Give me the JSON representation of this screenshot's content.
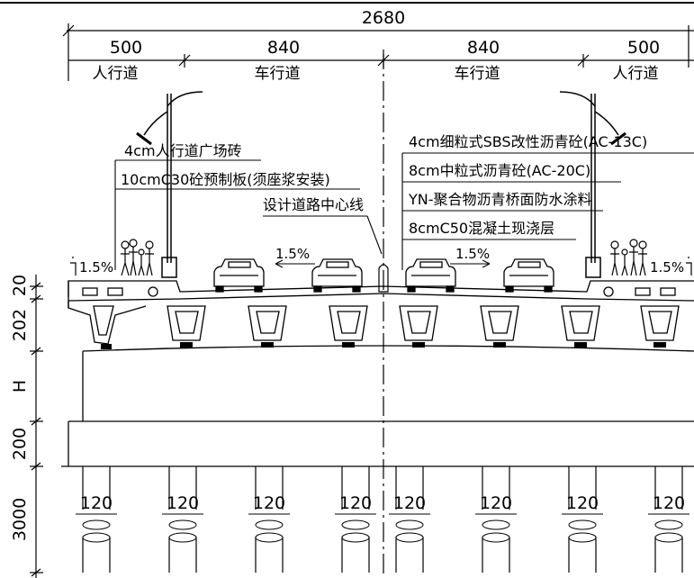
{
  "dimensions": {
    "total": "2680",
    "left_sidewalk": "500",
    "left_carriageway": "840",
    "right_carriageway": "840",
    "right_sidewalk": "500"
  },
  "zone_labels": {
    "left_sidewalk": "人行道",
    "left_carriageway": "车行道",
    "right_carriageway": "车行道",
    "right_sidewalk": "人行道"
  },
  "left_layers": {
    "line1": "4cm人行道广场砖",
    "line2": "10cmC30砼预制板(须座浆安装)"
  },
  "centerline_label": "设计道路中心线",
  "right_layers": {
    "line1": "4cm细粒式SBS改性沥青砼(AC-13C)",
    "line2": "8cm中粒式沥青砼(AC-20C)",
    "line3": "YN-聚合物沥青桥面防水涂料",
    "line4": "8cmC50混凝土现浇层"
  },
  "slopes": {
    "left_sidewalk": "1.5%",
    "left_road": "1.5%",
    "right_road": "1.5%",
    "right_sidewalk": "1.5%"
  },
  "vertical_dims": {
    "d1": "20",
    "d2": "202",
    "d3": "H",
    "d4": "200",
    "d5": "3000"
  },
  "pile_diameter": "120"
}
